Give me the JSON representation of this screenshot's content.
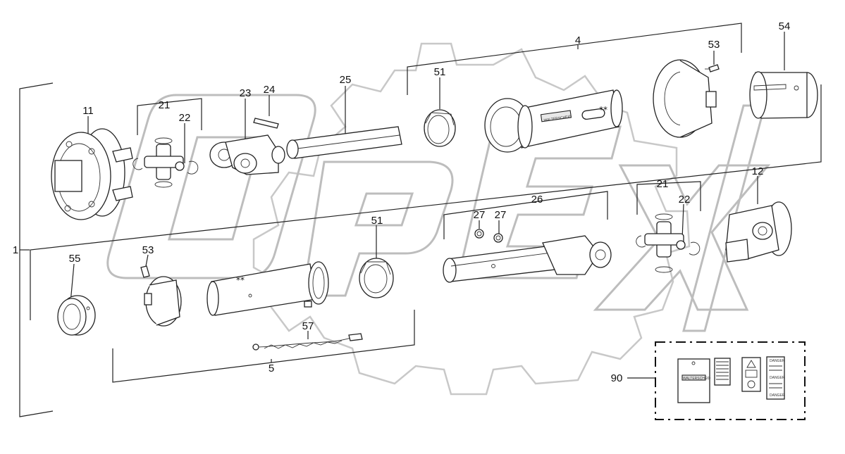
{
  "diagram": {
    "labels": {
      "l1": "1",
      "l4": "4",
      "l5": "5",
      "l11": "11",
      "l12": "12",
      "l21a": "21",
      "l21b": "21",
      "l22a": "22",
      "l22b": "22",
      "l23": "23",
      "l24": "24",
      "l25": "25",
      "l26": "26",
      "l27a": "27",
      "l27b": "27",
      "l51a": "51",
      "l51b": "51",
      "l53a": "53",
      "l53b": "53",
      "l54": "54",
      "l55": "55",
      "l57": "57",
      "l90": "90"
    },
    "markings": {
      "stars": "**",
      "stars_lower": "**",
      "tube_brand": "WALTERSCHEID",
      "sticker_brand": "WALTERSCHEID",
      "danger_a": "DANGER",
      "danger_b": "DANGER",
      "danger_c": "DANGER"
    },
    "watermark": {
      "text": "OPEX",
      "color": "#bdbdbd"
    }
  }
}
